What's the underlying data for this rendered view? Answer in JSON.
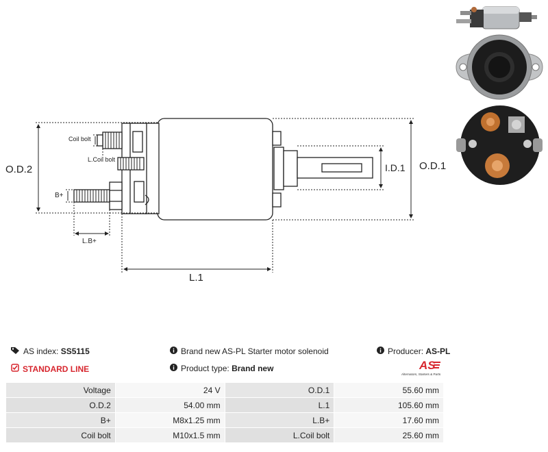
{
  "diagram_labels": {
    "od2": "O.D.2",
    "od1": "O.D.1",
    "id1": "I.D.1",
    "l1": "L.1",
    "coil_bolt": "Coil bolt",
    "l_coil_bolt": "L.Coil bolt",
    "b_plus": "B+",
    "l_b_plus": "L.B+"
  },
  "info": {
    "as_index_label": "AS index:",
    "as_index_value": "SS5115",
    "standard_line": "STANDARD LINE",
    "description": "Brand new AS-PL Starter motor solenoid",
    "product_type_label": "Product type:",
    "product_type_value": "Brand new",
    "producer_label": "Producer:",
    "producer_value": "AS-PL"
  },
  "logo": {
    "mark": "AS",
    "tagline": "Alternators, Starters & Parts",
    "color": "#d7262e"
  },
  "specs": [
    {
      "l1": "Voltage",
      "v1": "24 V",
      "l2": "O.D.1",
      "v2": "55.60 mm"
    },
    {
      "l1": "O.D.2",
      "v1": "54.00 mm",
      "l2": "L.1",
      "v2": "105.60 mm"
    },
    {
      "l1": "B+",
      "v1": "M8x1.25 mm",
      "l2": "L.B+",
      "v2": "17.60 mm"
    },
    {
      "l1": "Coil bolt",
      "v1": "M10x1.5 mm",
      "l2": "L.Coil bolt",
      "v2": "25.60 mm"
    }
  ],
  "icons": {
    "tag": "tag-icon",
    "check": "check-square-icon",
    "info": "info-icon"
  }
}
